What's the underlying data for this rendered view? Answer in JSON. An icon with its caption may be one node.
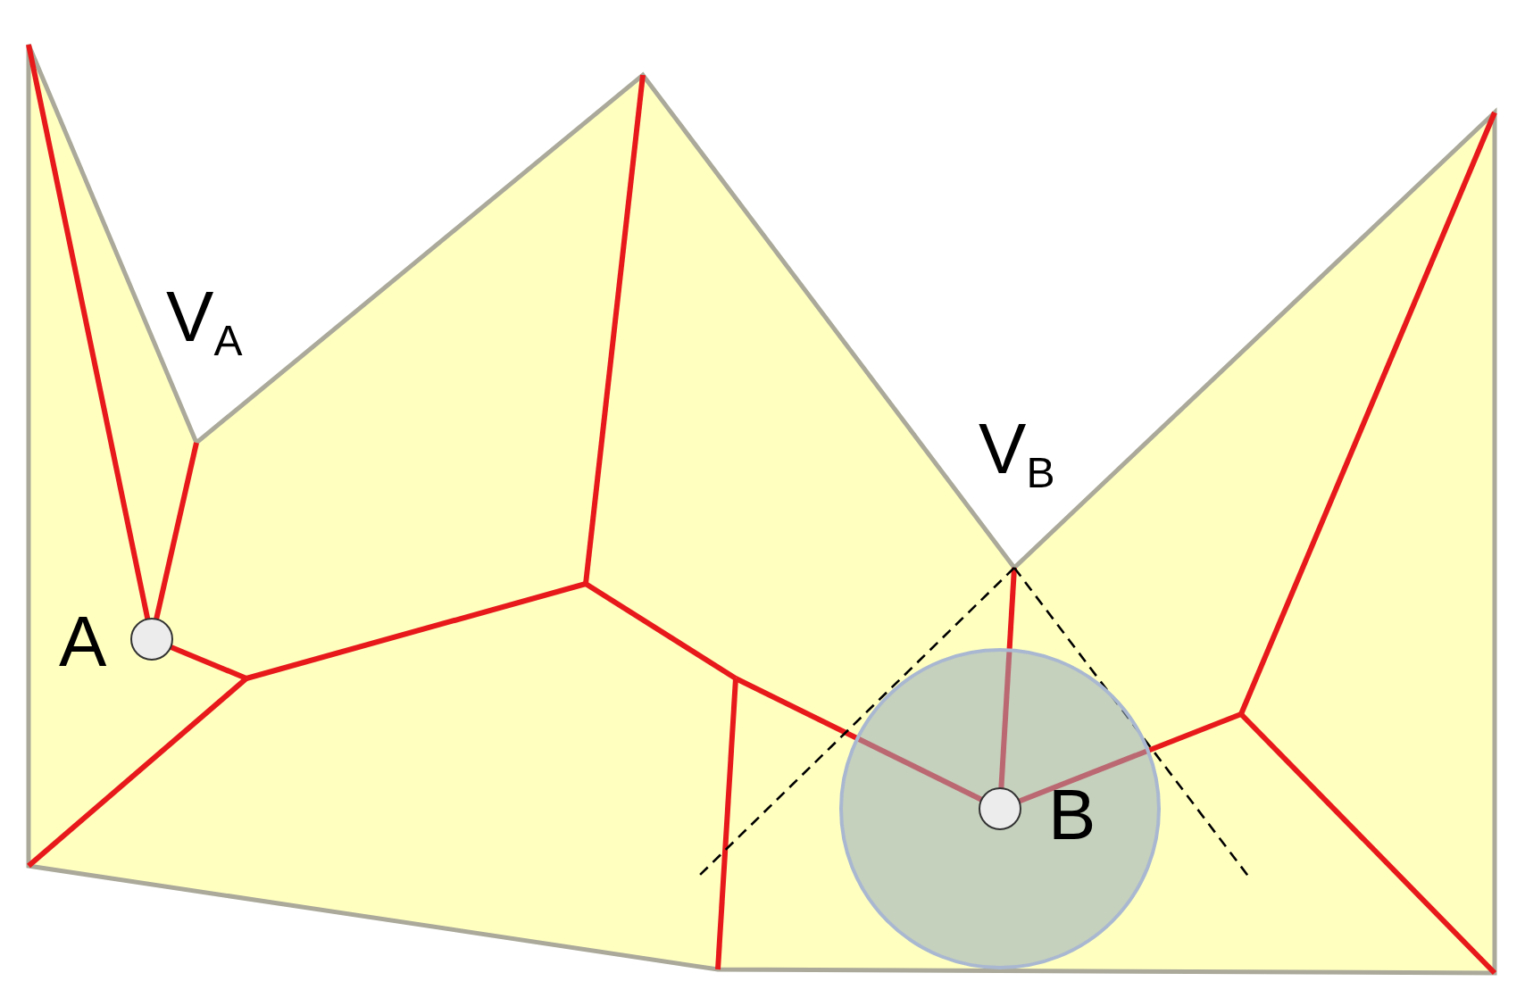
{
  "diagram": {
    "nodes": [
      {
        "text": [],
        "shape": "circle",
        "beside": [
          "A"
        ]
      },
      {
        "text": [],
        "shape": "circle",
        "beside": [
          "B"
        ]
      }
    ],
    "labels": [
      "V$_{A}$",
      "V$_{B}$"
    ]
  }
}
